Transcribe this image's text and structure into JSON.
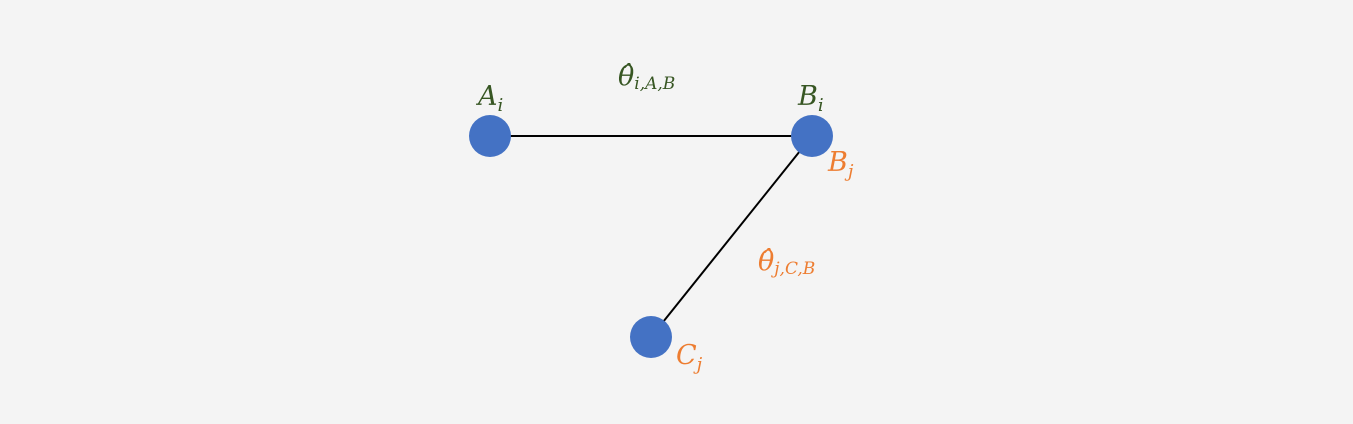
{
  "colors": {
    "background": "#f4f4f4",
    "node_fill": "#4472c4",
    "edge": "#000000",
    "label_i": "#375623",
    "label_j": "#ed7d31"
  },
  "nodes": {
    "a": {
      "letter": "A",
      "index": "i"
    },
    "b": {
      "letter": "B",
      "index": "i",
      "alt_letter": "B",
      "alt_index": "j"
    },
    "c": {
      "letter": "C",
      "index": "j"
    }
  },
  "edges": {
    "ab": {
      "symbol": "θ̂",
      "subscript": "i,A,B"
    },
    "bc": {
      "symbol": "θ̂",
      "subscript": "j,C,B"
    }
  }
}
